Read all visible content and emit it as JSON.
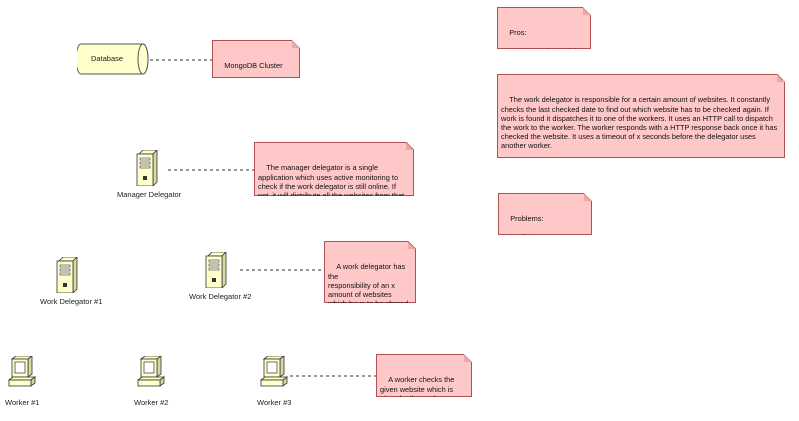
{
  "database": {
    "label": "Database"
  },
  "notes": {
    "mongodb": "MongoDB Cluster",
    "pros": "Pros:\n\n- Random worker which\ncan pick up the work.",
    "work_delegator_desc": "The work delegator is responsible for a certain amount of websites. It constantly\nchecks the last checked date to find out which website has to be checked again. If\nwork is found it dispatches it to one of the workers. It uses an HTTP call to dispatch\nthe work to the worker. The worker responds with a HTTP response back once it has\nchecked the website. It uses a timeout of x seconds before the delegator uses\nanother worker.",
    "problems": "Problems:\n\nWhat if the manager\ndelegator is down?",
    "manager_desc": "The manager delegator is a single\napplication which uses active monitoring to\ncheck if the work delegator is still online. If\nnot, it will distribute all the websites from that\nwork delegator to other work delegators.",
    "work_delegator_resp": "A work delegator has the\nresponsibility of an x\namount of websites\nwhich have to be shared\nacross the workers it\nhas.",
    "worker_desc": "A worker checks the\ngiven website which is\ngiven by the work\ndelegator."
  },
  "nodes": {
    "manager": "Manager Delegator",
    "work_delegator_1": "Work Delegator #1",
    "work_delegator_2": "Work Delegator #2",
    "worker_1": "Worker #1",
    "worker_2": "Worker #2",
    "worker_3": "Worker #3"
  },
  "colors": {
    "note_fill": "#ffc8c8",
    "note_border": "#b05050",
    "database_fill": "#ffffcc"
  },
  "icons": {
    "database": "database-cylinder-icon",
    "server": "server-tower-icon",
    "workstation": "computer-workstation-icon"
  }
}
